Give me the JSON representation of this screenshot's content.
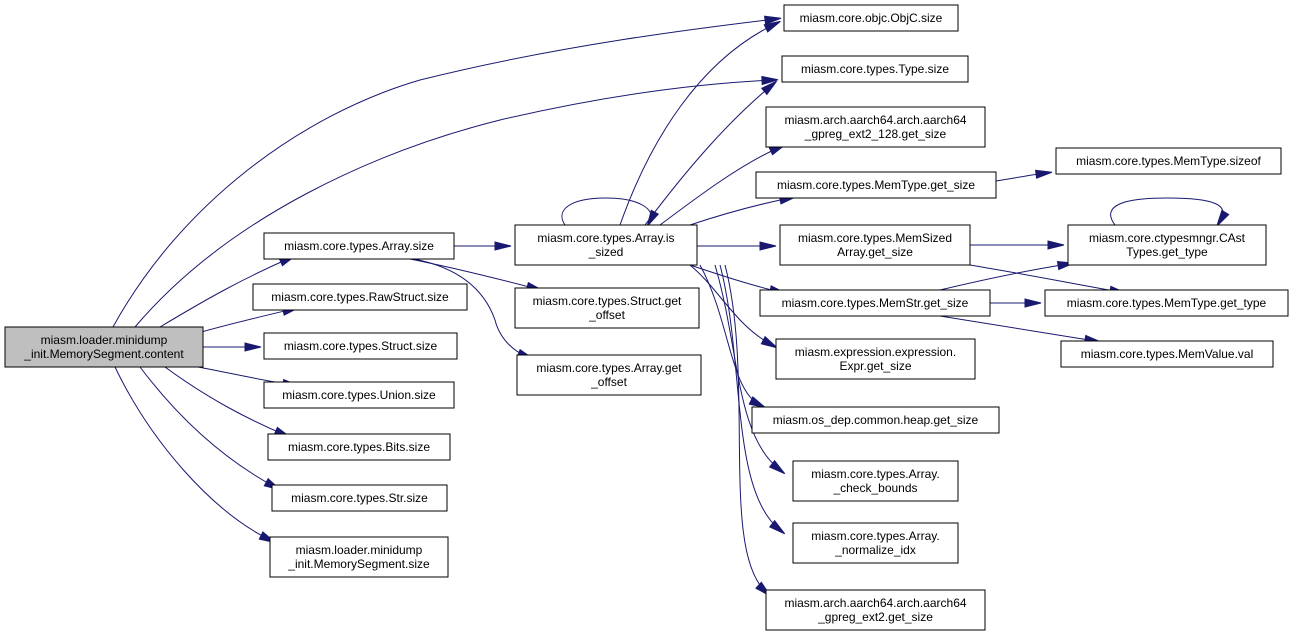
{
  "colors": {
    "edge": "#191970",
    "focus_fill": "#bfbfbf",
    "node_fill": "#ffffff",
    "border": "#000000"
  },
  "nodes": {
    "content": {
      "lines": [
        "miasm.loader.minidump",
        "_init.MemorySegment.content"
      ],
      "focus": true
    },
    "array_size": {
      "lines": [
        "miasm.core.types.Array.size"
      ]
    },
    "rawstruct_size": {
      "lines": [
        "miasm.core.types.RawStruct.size"
      ]
    },
    "struct_size": {
      "lines": [
        "miasm.core.types.Struct.size"
      ]
    },
    "union_size": {
      "lines": [
        "miasm.core.types.Union.size"
      ]
    },
    "bits_size": {
      "lines": [
        "miasm.core.types.Bits.size"
      ]
    },
    "str_size": {
      "lines": [
        "miasm.core.types.Str.size"
      ]
    },
    "memseg_size": {
      "lines": [
        "miasm.loader.minidump",
        "_init.MemorySegment.size"
      ]
    },
    "array_is_sized": {
      "lines": [
        "miasm.core.types.Array.is",
        "_sized"
      ]
    },
    "struct_get_offset": {
      "lines": [
        "miasm.core.types.Struct.get",
        "_offset"
      ]
    },
    "array_get_offset": {
      "lines": [
        "miasm.core.types.Array.get",
        "_offset"
      ]
    },
    "objc_size": {
      "lines": [
        "miasm.core.objc.ObjC.size"
      ]
    },
    "type_size": {
      "lines": [
        "miasm.core.types.Type.size"
      ]
    },
    "aarch64_128": {
      "lines": [
        "miasm.arch.aarch64.arch.aarch64",
        "_gpreg_ext2_128.get_size"
      ]
    },
    "memtype_get_size": {
      "lines": [
        "miasm.core.types.MemType.get_size"
      ]
    },
    "memsized_get_size": {
      "lines": [
        "miasm.core.types.MemSized",
        "Array.get_size"
      ]
    },
    "memstr_get_size": {
      "lines": [
        "miasm.core.types.MemStr.get_size"
      ]
    },
    "expr_get_size": {
      "lines": [
        "miasm.expression.expression.",
        "Expr.get_size"
      ]
    },
    "heap_get_size": {
      "lines": [
        "miasm.os_dep.common.heap.get_size"
      ]
    },
    "check_bounds": {
      "lines": [
        "miasm.core.types.Array.",
        "_check_bounds"
      ]
    },
    "normalize_idx": {
      "lines": [
        "miasm.core.types.Array.",
        "_normalize_idx"
      ]
    },
    "aarch64_ext2": {
      "lines": [
        "miasm.arch.aarch64.arch.aarch64",
        "_gpreg_ext2.get_size"
      ]
    },
    "memtype_sizeof": {
      "lines": [
        "miasm.core.types.MemType.sizeof"
      ]
    },
    "castypes_get_type": {
      "lines": [
        "miasm.core.ctypesmngr.CAst",
        "Types.get_type"
      ]
    },
    "memtype_get_type": {
      "lines": [
        "miasm.core.types.MemType.get_type"
      ]
    },
    "memvalue_val": {
      "lines": [
        "miasm.core.types.MemValue.val"
      ]
    }
  },
  "edges": [
    [
      "content",
      "objc_size"
    ],
    [
      "content",
      "type_size"
    ],
    [
      "content",
      "array_size"
    ],
    [
      "content",
      "rawstruct_size"
    ],
    [
      "content",
      "struct_size"
    ],
    [
      "content",
      "union_size"
    ],
    [
      "content",
      "bits_size"
    ],
    [
      "content",
      "str_size"
    ],
    [
      "content",
      "memseg_size"
    ],
    [
      "array_size",
      "array_is_sized"
    ],
    [
      "array_size",
      "struct_get_offset"
    ],
    [
      "array_size",
      "array_get_offset"
    ],
    [
      "array_is_sized",
      "array_is_sized"
    ],
    [
      "array_is_sized",
      "objc_size"
    ],
    [
      "array_is_sized",
      "type_size"
    ],
    [
      "array_is_sized",
      "aarch64_128"
    ],
    [
      "array_is_sized",
      "memtype_get_size"
    ],
    [
      "array_is_sized",
      "memsized_get_size"
    ],
    [
      "array_is_sized",
      "memstr_get_size"
    ],
    [
      "array_is_sized",
      "expr_get_size"
    ],
    [
      "array_is_sized",
      "heap_get_size"
    ],
    [
      "array_is_sized",
      "check_bounds"
    ],
    [
      "array_is_sized",
      "normalize_idx"
    ],
    [
      "array_is_sized",
      "aarch64_ext2"
    ],
    [
      "memtype_get_size",
      "memtype_sizeof"
    ],
    [
      "memsized_get_size",
      "castypes_get_type"
    ],
    [
      "memsized_get_size",
      "memtype_get_type"
    ],
    [
      "memstr_get_size",
      "castypes_get_type"
    ],
    [
      "memstr_get_size",
      "memtype_get_type"
    ],
    [
      "memstr_get_size",
      "memvalue_val"
    ],
    [
      "castypes_get_type",
      "castypes_get_type"
    ]
  ]
}
